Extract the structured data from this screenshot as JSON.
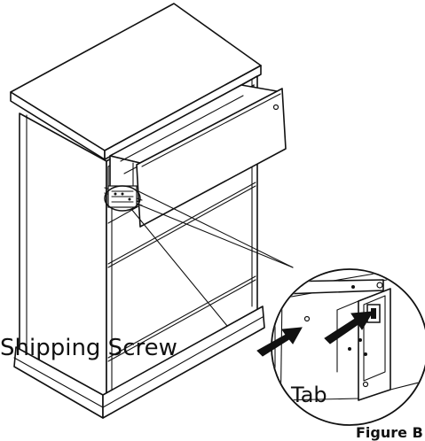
{
  "labels": {
    "shipping_screw": "Shipping Screw",
    "tab": "Tab",
    "figure": "Figure B"
  },
  "icons": {
    "arrow_screw": "arrow-right-icon",
    "arrow_tab": "arrow-right-icon"
  }
}
